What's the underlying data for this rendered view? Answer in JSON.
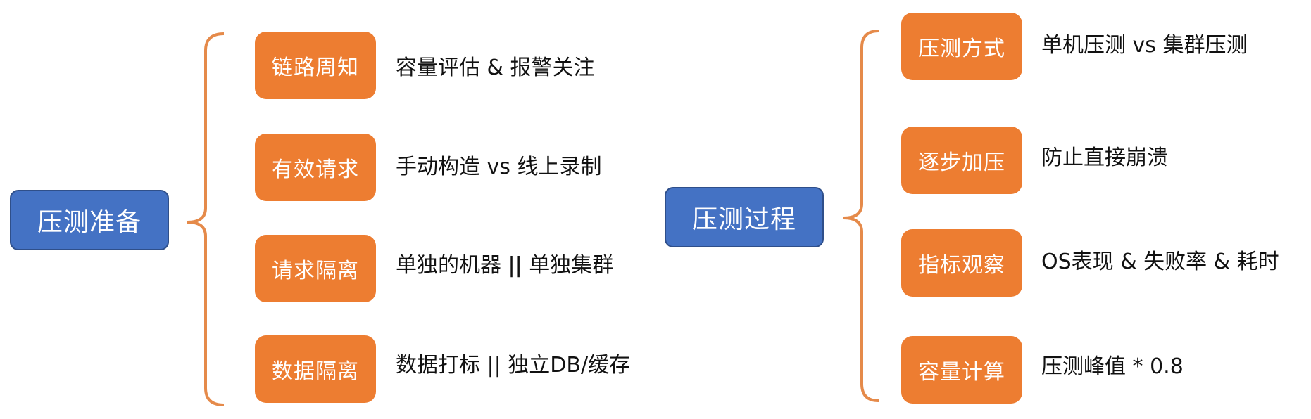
{
  "colors": {
    "root_fill": "#4472C4",
    "child_fill": "#ED7D31",
    "brace": "#E58A4A"
  },
  "left_group": {
    "root_label": "压测准备",
    "items": [
      {
        "label": "链路周知",
        "desc": "容量评估 & 报警关注"
      },
      {
        "label": "有效请求",
        "desc": "手动构造 vs 线上录制"
      },
      {
        "label": "请求隔离",
        "desc": "单独的机器 || 单独集群"
      },
      {
        "label": "数据隔离",
        "desc": "数据打标 || 独立DB/缓存"
      }
    ]
  },
  "right_group": {
    "root_label": "压测过程",
    "items": [
      {
        "label": "压测方式",
        "desc": "单机压测 vs 集群压测"
      },
      {
        "label": "逐步加压",
        "desc": "防止直接崩溃"
      },
      {
        "label": "指标观察",
        "desc": "OS表现 & 失败率 & 耗时"
      },
      {
        "label": "容量计算",
        "desc": "压测峰值 * 0.8"
      }
    ]
  }
}
